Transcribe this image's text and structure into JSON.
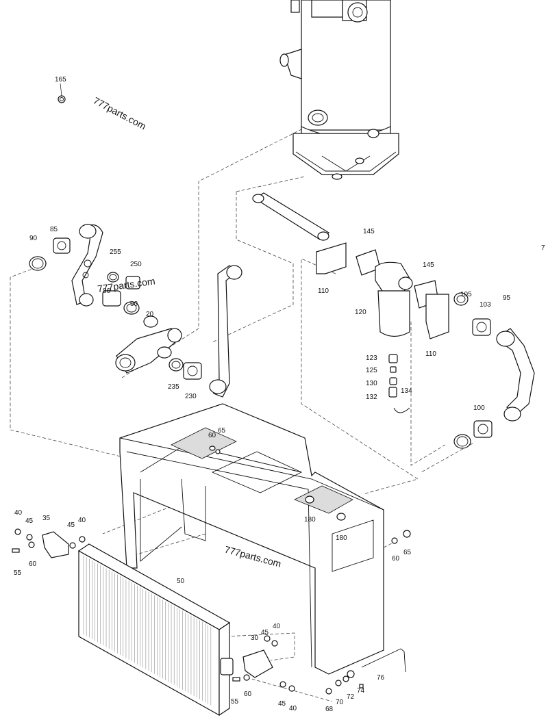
{
  "watermarks": [
    "777parts.com",
    "777parts.com",
    "777parts.com"
  ],
  "edge_fragment": "7",
  "callouts": {
    "c165": "165",
    "c90a": "90",
    "c85": "85",
    "c255": "255",
    "c250": "250",
    "c86": "86",
    "c90b": "90",
    "c20": "20",
    "c235": "235",
    "c230": "230",
    "c145a": "145",
    "c110a": "110",
    "c120": "120",
    "c145b": "145",
    "c105": "105",
    "c103": "103",
    "c95": "95",
    "c110b": "110",
    "c123": "123",
    "c125": "125",
    "c130": "130",
    "c132": "132",
    "c134": "134",
    "c100": "100",
    "c60a": "60",
    "c65a": "65",
    "c180a": "180",
    "c180b": "180",
    "c40a": "40",
    "c35": "35",
    "c40b": "40",
    "c45a": "45",
    "c45b": "45",
    "c55a": "55",
    "c60b": "60",
    "c50": "50",
    "c60c": "60",
    "c65b": "65",
    "c40c": "40",
    "c45c": "45",
    "c30": "30",
    "c55b": "55",
    "c60d": "60",
    "c45d": "45",
    "c40d": "40",
    "c68": "68",
    "c70": "70",
    "c72": "72",
    "c74": "74",
    "c76": "76"
  }
}
